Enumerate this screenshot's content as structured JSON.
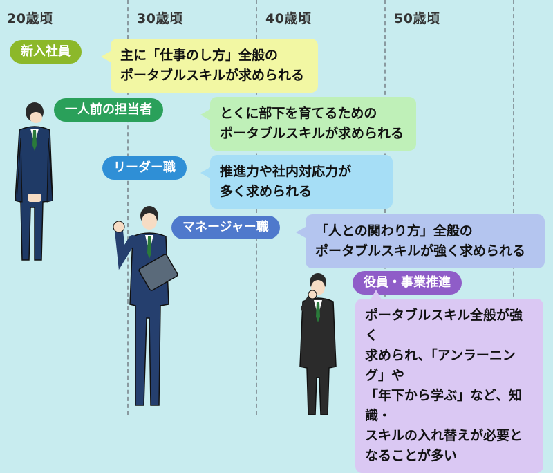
{
  "timeline": {
    "ages": [
      "20歳頃",
      "30歳頃",
      "40歳頃",
      "50歳頃"
    ]
  },
  "colors": {
    "background": "#c8ecef",
    "stage1": "#8cb82a",
    "stage1_bubble": "#f2f7a3",
    "stage2": "#2aa05a",
    "stage2_bubble": "#bff0b8",
    "stage3": "#2f8fd6",
    "stage3_bubble": "#a6def6",
    "stage4": "#4f79cc",
    "stage4_bubble": "#b4c5ef",
    "stage5": "#8f5dc8",
    "stage5_bubble": "#dac8f3"
  },
  "stages": [
    {
      "label": "新入社員",
      "lines": [
        "主に「仕事のし方」全般の",
        "ポータブルスキルが求められる"
      ]
    },
    {
      "label": "一人前の担当者",
      "lines": [
        "とくに部下を育てるための",
        "ポータブルスキルが求められる"
      ]
    },
    {
      "label": "リーダー職",
      "lines": [
        "推進力や社内対応力が",
        "多く求められる"
      ]
    },
    {
      "label": "マネージャー職",
      "lines": [
        "「人との関わり方」全般の",
        "ポータブルスキルが強く求められる"
      ]
    },
    {
      "label": "役員・事業推進",
      "lines": [
        "ポータブルスキル全般が強く",
        "求められ、「アンラーニング」や",
        "「年下から学ぶ」など、知識・",
        "スキルの入れ替えが必要と",
        "なることが多い"
      ]
    }
  ]
}
